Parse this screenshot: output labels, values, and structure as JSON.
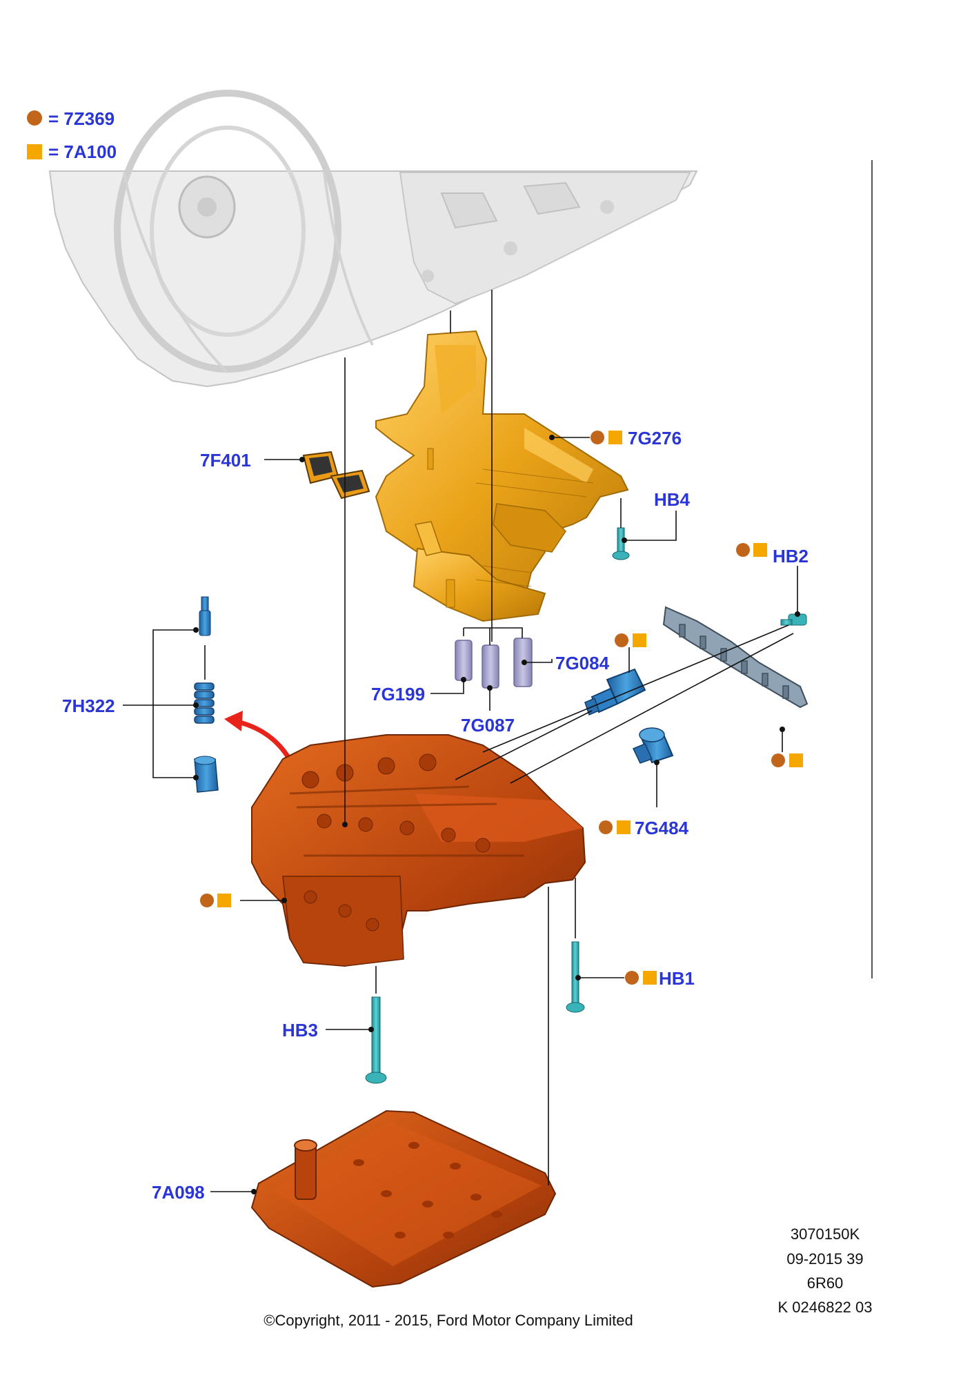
{
  "legend": [
    {
      "symbol": "circle",
      "equals": "=",
      "code": "7Z369",
      "color": "#c0651a"
    },
    {
      "symbol": "square",
      "equals": "=",
      "code": "7A100",
      "color": "#f5a700"
    }
  ],
  "parts": {
    "p7G276": "7G276",
    "p7F401": "7F401",
    "pHB4": "HB4",
    "pHB2": "HB2",
    "p7G084": "7G084",
    "p7G199": "7G199",
    "p7G087": "7G087",
    "p7H322": "7H322",
    "p7G484": "7G484",
    "pHB1": "HB1",
    "pHB3": "HB3",
    "p7A098": "7A098"
  },
  "metadata": {
    "illustration_no": "3070150K",
    "date_line": "09-2015 39",
    "model": "6R60",
    "ref": "K 0246822 03"
  },
  "copyright": "©Copyright, 2011 - 2015, Ford Motor Company Limited",
  "colors": {
    "label": "#2a35d8",
    "circle_symbol": "#c0651a",
    "square_symbol": "#f5a700",
    "valve_body": "#c94e10",
    "separator_plate": "#e8a418",
    "bolt": "#3ab3b8",
    "solenoid": "#2f7fc4",
    "accumulator": "#a6a3cc",
    "arrow": "#e8241a"
  }
}
